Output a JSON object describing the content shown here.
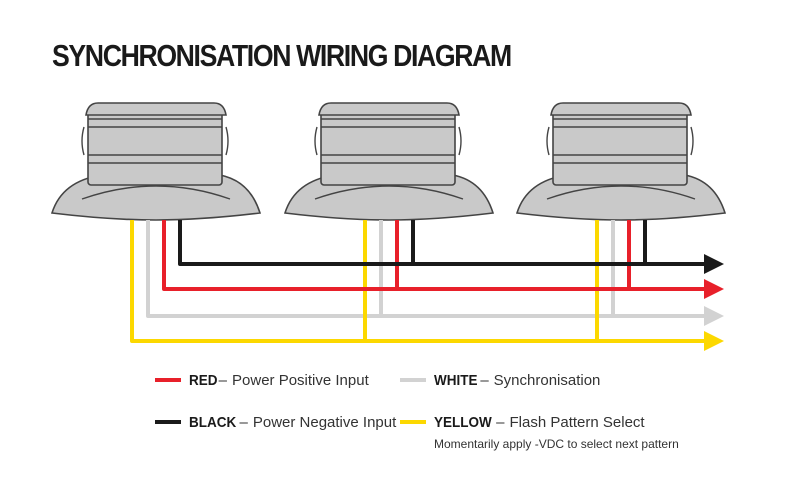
{
  "title": "SYNCHRONISATION WIRING DIAGRAM",
  "wire_colors": {
    "black": "#1a1a1a",
    "red": "#e8202a",
    "white": "#d2d2d2",
    "yellow": "#fcd800"
  },
  "light_colors": {
    "body": "#c9c9c9",
    "outline": "#444444"
  },
  "legend": {
    "red": {
      "name": "RED",
      "separator": "–",
      "description": "Power Positive Input"
    },
    "black": {
      "name": "BLACK",
      "separator": "–",
      "description": "Power Negative Input"
    },
    "white": {
      "name": "WHITE",
      "separator": "–",
      "description": "Synchronisation"
    },
    "yellow": {
      "name": "YELLOW",
      "separator": "–",
      "description": "Flash Pattern Select",
      "note": "Momentarily apply -VDC to select next pattern"
    }
  }
}
